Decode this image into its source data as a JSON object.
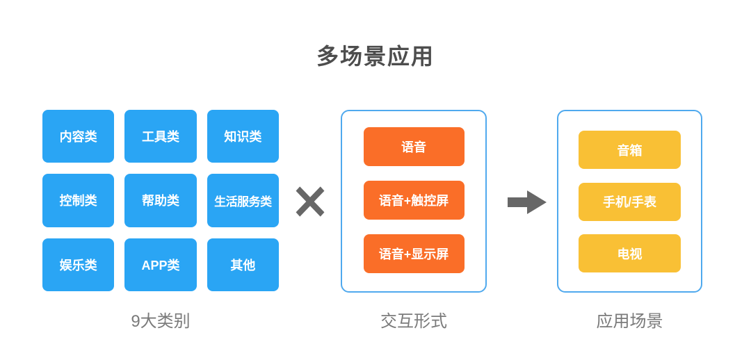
{
  "title": "多场景应用",
  "colors": {
    "category_blue": "#2aa5f4",
    "interaction_orange": "#fa6e28",
    "scenario_yellow": "#f9c035",
    "panel_border_blue": "#4fa9ee",
    "glyph_gray": "#676767",
    "title_gray": "#4d4d4d",
    "caption_gray": "#7a7a7a"
  },
  "categories": {
    "items": [
      "内容类",
      "工具类",
      "知识类",
      "控制类",
      "帮助类",
      "生活服务类",
      "娱乐类",
      "APP类",
      "其他"
    ],
    "caption": "9大类别"
  },
  "interactions": {
    "items": [
      "语音",
      "语音+触控屏",
      "语音+显示屏"
    ],
    "caption": "交互形式"
  },
  "scenarios": {
    "items": [
      "音箱",
      "手机/手表",
      "电视"
    ],
    "caption": "应用场景"
  },
  "operators": {
    "multiply": "multiply-icon",
    "arrow": "arrow-right-icon"
  }
}
